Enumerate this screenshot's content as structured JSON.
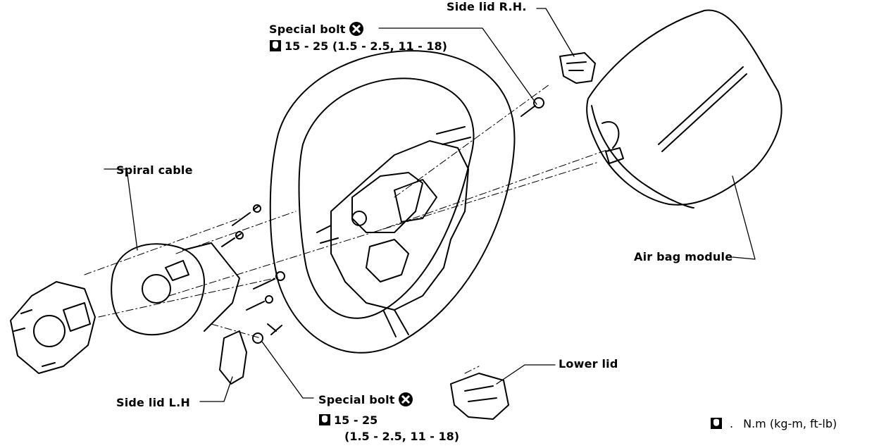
{
  "labels": {
    "side_lid_rh": "Side lid R.H.",
    "special_bolt_top": "Special bolt",
    "torque_top": "15 - 25 (1.5 - 2.5, 11 - 18)",
    "spiral_cable": "Spiral cable",
    "air_bag_module": "Air bag module",
    "lower_lid": "Lower lid",
    "side_lid_lh": "Side lid L.H",
    "special_bolt_bottom": "Special bolt",
    "torque_bottom_line1": "15 - 25",
    "torque_bottom_line2": "(1.5 - 2.5, 11 - 18)",
    "legend_units": "N.m (kg-m, ft-lb)"
  },
  "icons": {
    "torque_wrench": "torque-wrench-icon",
    "replace_part": "x-circle-icon"
  }
}
